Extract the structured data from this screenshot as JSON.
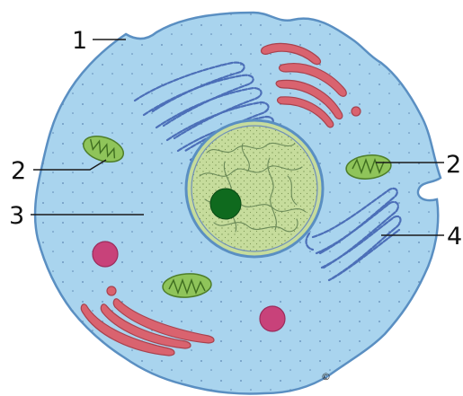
{
  "labels": {
    "membrane": "1",
    "mitochondrion_left": "2",
    "mitochondrion_right": "2",
    "cytoplasm": "3",
    "er": "4"
  },
  "copyright_mark": "©",
  "colors": {
    "cytoplasm_fill": "#a9d4ee",
    "cytoplasm_outline": "#5a8fc2",
    "nucleus_fill": "#c6dc9c",
    "nucleolus_fill": "#0f6a1e",
    "mitochondria_fill": "#8fc45a",
    "golgi_fill": "#d9636f",
    "rough_er_stroke": "#4c6fb8",
    "lysosome_fill": "#c8427a"
  }
}
